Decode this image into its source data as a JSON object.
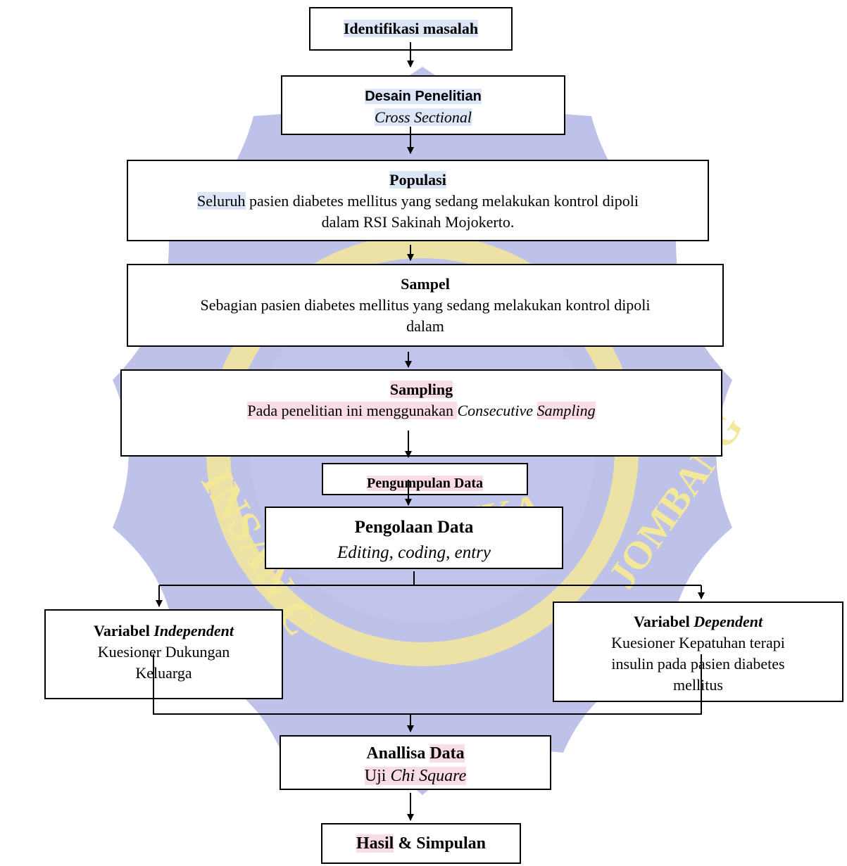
{
  "colors": {
    "watermark": "#a9aee0",
    "watermark_text": "#f3e79a",
    "highlight_blue": "#dde6f7",
    "highlight_pink": "#fadde4"
  },
  "watermark": {
    "text_left": "INSAN C",
    "text_bottom": "KIA MEDIKA",
    "text_right": "JOMBANG"
  },
  "steps": {
    "identifikasi": {
      "title": "Identifikasi masalah"
    },
    "desain": {
      "title": "Desain Penelitian",
      "subtitle": "Cross Sectional"
    },
    "populasi": {
      "title": "Populasi",
      "line1a": "Seluruh",
      "line1b": " pasien diabetes mellitus yang sedang melakukan kontrol dipoli",
      "line2": "dalam RSI Sakinah Mojokerto."
    },
    "sampel": {
      "title": "Sampel",
      "line1": "Sebagian pasien diabetes mellitus yang sedang melakukan kontrol dipoli",
      "line2": "dalam"
    },
    "sampling": {
      "title": "Sampling",
      "text_a": "Pada penelitian ini menggunakan ",
      "text_b": "Consecutive",
      "text_c": " ",
      "text_d": "Sampling"
    },
    "pengumpulan": {
      "title": "Pengumpulan Data"
    },
    "pengolaan": {
      "title": "Pengolaan Data",
      "subtitle": "Editing, coding, entry"
    },
    "var_independent": {
      "title_a": "Variabel ",
      "title_b": "Independent",
      "line1": "Kuesioner Dukungan",
      "line2": "Keluarga"
    },
    "var_dependent": {
      "title_a": "Variabel ",
      "title_b": "Dependent",
      "line1": "Kuesioner Kepatuhan terapi",
      "line2": "insulin pada pasien diabetes",
      "line3": "mellitus"
    },
    "analisa": {
      "title_a": "Anallisa ",
      "title_b": "Data",
      "sub_a": "Uji ",
      "sub_b": "Chi Square"
    },
    "hasil": {
      "title_a": "Hasil",
      "title_b": " & Simpulan"
    }
  }
}
